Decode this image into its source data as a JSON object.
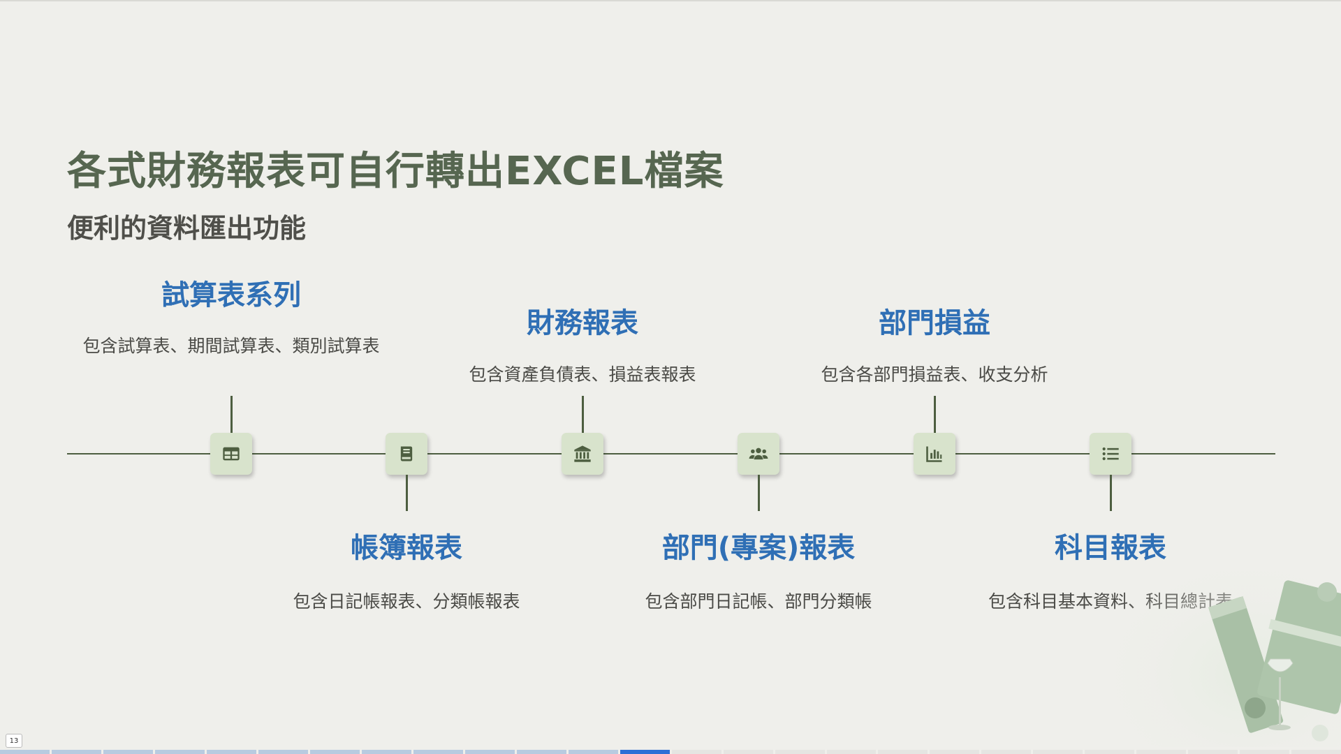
{
  "slide": {
    "title": "各式財務報表可自行轉出EXCEL檔案",
    "subtitle": "便利的資料匯出功能",
    "page_number": "13"
  },
  "timeline": {
    "items": [
      {
        "heading": "試算表系列",
        "description": "包含試算表、期間試算表、類別試算表",
        "position": "above",
        "icon": "table-icon"
      },
      {
        "heading": "帳簿報表",
        "description": "包含日記帳報表、分類帳報表",
        "position": "below",
        "icon": "book-icon"
      },
      {
        "heading": "財務報表",
        "description": "包含資產負債表、損益表報表",
        "position": "above",
        "icon": "bank-icon"
      },
      {
        "heading": "部門(專案)報表",
        "description": "包含部門日記帳、部門分類帳",
        "position": "below",
        "icon": "users-icon"
      },
      {
        "heading": "部門損益",
        "description": "包含各部門損益表、收支分析",
        "position": "above",
        "icon": "bar-chart-icon"
      },
      {
        "heading": "科目報表",
        "description": "包含科目基本資料、科目總計表",
        "position": "below",
        "icon": "list-icon"
      }
    ]
  },
  "progress": {
    "total_slides": 26,
    "current_slide": 13
  },
  "colors": {
    "title": "#566650",
    "heading": "#2f6fb5",
    "node_fill": "#d8e3cc",
    "line": "#4d5e40",
    "progress_current": "#2d6fd6"
  }
}
